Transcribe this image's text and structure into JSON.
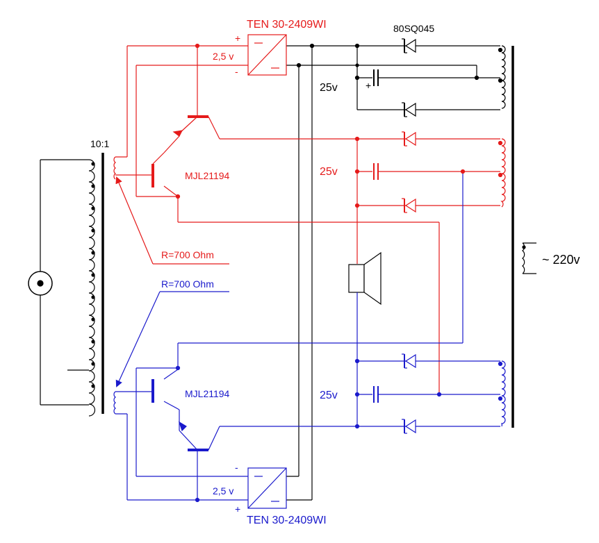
{
  "colors": {
    "upper": "#e51a1a",
    "lower": "#1a1acc",
    "black": "#000000"
  },
  "labels": {
    "dcdc_top": "TEN 30-2409WI",
    "dcdc_bottom": "TEN 30-2409WI",
    "v_top": "2,5 v",
    "v_bottom": "2,5 v",
    "diode": "80SQ045",
    "v25_a": "25v",
    "v25_b": "25v",
    "v25_c": "25v",
    "ratio": "10:1",
    "tr_top": "MJL21194",
    "tr_bottom": "MJL21194",
    "res_top": "R=700 Ohm",
    "res_bottom": "R=700 Ohm",
    "mains": "~ 220v",
    "plus": "+",
    "minus": "-"
  }
}
